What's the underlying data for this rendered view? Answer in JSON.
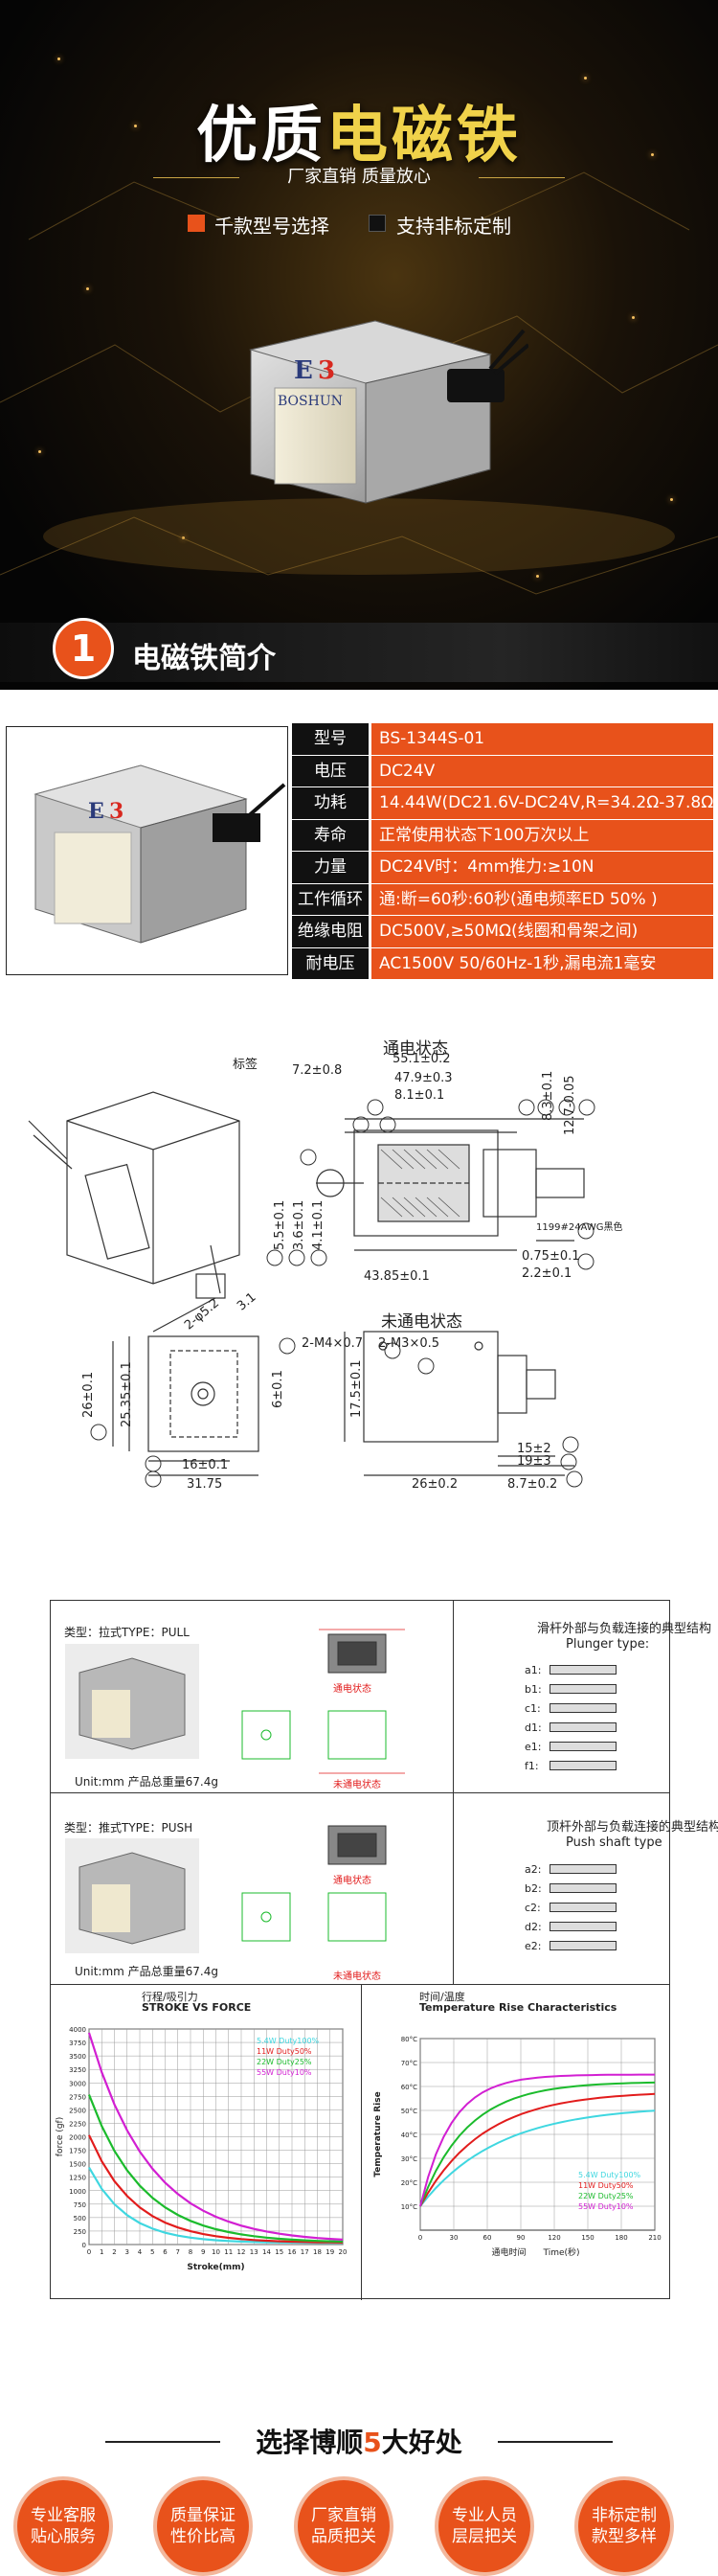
{
  "hero": {
    "title_a": "优质",
    "title_b": "电磁铁",
    "subtitle": "厂家直销 质量放心",
    "features": [
      {
        "label": "千款型号选择",
        "color": "#e8521b"
      },
      {
        "label": "支持非标定制",
        "color": "#111111"
      }
    ],
    "logo_text": "BOSHUN"
  },
  "section1": {
    "number": "1",
    "title": "电磁铁简介"
  },
  "specs": [
    {
      "key": "型号",
      "value": "BS-1344S-01"
    },
    {
      "key": "电压",
      "value": "DC24V"
    },
    {
      "key": "功耗",
      "value": "14.44W(DC21.6V-DC24V,R=34.2Ω-37.8Ω)"
    },
    {
      "key": "寿命",
      "value": "正常使用状态下100万次以上"
    },
    {
      "key": "力量",
      "value": "DC24V时：4mm推力:≥10N"
    },
    {
      "key": "工作循环",
      "value": "通:断=60秒:60秒(通电频率ED 50% )"
    },
    {
      "key": "绝缘电阻",
      "value": "DC500V,≥50MΩ(线圈和骨架之间)"
    },
    {
      "key": "耐电压",
      "value": "AC1500V 50/60Hz-1秒,漏电流1毫安"
    }
  ],
  "drawing": {
    "label_tag": "标签",
    "state_on": "通电状态",
    "state_off": "未通电状态",
    "dims": {
      "d1": "55.1±0.2",
      "d2": "7.2±0.8",
      "d3": "47.9±0.3",
      "d4": "8.1±0.1",
      "d5": "8.3±0.1",
      "d6": "12.7-0.05",
      "d7": "2.2±0.1",
      "d8": "43.85±0.1",
      "d9": "0.75±0.1",
      "d10": "5.5±0.1",
      "d11": "3.6±0.1",
      "d12": "4.1±0.1",
      "d13": "1199#24AWG黑色",
      "d14": "2-M4×0.7",
      "d15": "2-M3×0.5",
      "d16": "26±0.1",
      "d17": "25.35±0.1",
      "d18": "16±0.1",
      "d19": "31.75",
      "d20": "17.5±0.1",
      "d21": "6±0.1",
      "d22": "15±2",
      "d23": "19±3",
      "d24": "26±0.2",
      "d25": "8.7±0.2",
      "d26": "3.1",
      "d27": "2-φ5.2"
    }
  },
  "datasheet": {
    "pull_type": "类型：拉式TYPE：PULL",
    "push_type": "类型：推式TYPE：PUSH",
    "units_pull": "Unit:mm   产品总重量67.4g",
    "units_push": "Unit:mm   产品总重量67.4g",
    "plunger_cn": "滑杆外部与负载连接的典型结构",
    "plunger_en": "Plunger type:",
    "push_cn": "顶杆外部与负载连接的典型结构",
    "push_en": "Push shaft type",
    "plunger_labels": [
      "a1:",
      "b1:",
      "c1:",
      "d1:",
      "e1:",
      "f1:"
    ],
    "push_labels": [
      "a2:",
      "b2:",
      "c2:",
      "d2:",
      "e2:"
    ],
    "state_on": "通电状态",
    "state_off": "未通电状态",
    "force_title_cn": "行程/吸引力",
    "force_title_en": "STROKE VS FORCE",
    "force_ylabel": "force (gf)",
    "force_xlabel": "Stroke(mm)",
    "force_legend": [
      "5.4W Duty100%",
      "11W Duty50%",
      "22W Duty25%",
      "55W Duty10%"
    ],
    "temp_title_cn": "时间/温度",
    "temp_title_en": "Temperature Rise Characteristics",
    "temp_ylabel": "Temperature Rise",
    "temp_xlabel_cn": "通电时间",
    "temp_xlabel_en": "Time(秒)",
    "temp_legend": [
      "5.4W Duty100%",
      "11W Duty50%",
      "22W Duty25%",
      "55W Duty10%"
    ],
    "series_colors": [
      "#3fd7e0",
      "#e21c1c",
      "#1bbb2c",
      "#d21fd2"
    ],
    "force_yticks": [
      "4000",
      "3750",
      "3500",
      "3250",
      "3000",
      "2750",
      "2500",
      "2250",
      "2000",
      "1750",
      "1500",
      "1250",
      "1000",
      "750",
      "500",
      "250",
      "0"
    ],
    "force_xticks": [
      "0",
      "1",
      "2",
      "3",
      "4",
      "5",
      "6",
      "7",
      "8",
      "9",
      "10",
      "11",
      "12",
      "13",
      "14",
      "15",
      "16",
      "17",
      "18",
      "19",
      "20"
    ],
    "temp_yticks": [
      "80°C",
      "70°C",
      "60°C",
      "50°C",
      "40°C",
      "30°C",
      "20°C",
      "10°C"
    ],
    "temp_xticks": [
      "0",
      "30",
      "60",
      "90",
      "120",
      "150",
      "180",
      "210"
    ]
  },
  "benefits": {
    "title_a": "选择博顺",
    "title_five": "5",
    "title_b": "大好处",
    "items": [
      {
        "line1": "专业客服",
        "line2": "贴心服务"
      },
      {
        "line1": "质量保证",
        "line2": "性价比高"
      },
      {
        "line1": "厂家直销",
        "line2": "品质把关"
      },
      {
        "line1": "专业人员",
        "line2": "层层把关"
      },
      {
        "line1": "非标定制",
        "line2": "款型多样"
      }
    ]
  }
}
